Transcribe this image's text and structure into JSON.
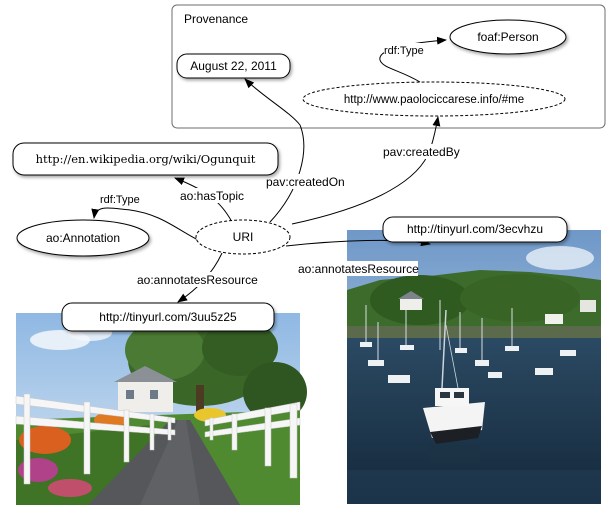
{
  "provenance": {
    "title": "Provenance"
  },
  "nodes": {
    "date": "August 22, 2011",
    "foaf_person": "foaf:Person",
    "paolo": "http://www.paolociccarese.info/#me",
    "wikipedia": "http://en.wikipedia.org/wiki/Ogunquit",
    "annotation": "ao:Annotation",
    "uri": "URI",
    "tiny_left": "http://tinyurl.com/3uu5z25",
    "tiny_right": "http://tinyurl.com/3ecvhzu"
  },
  "edges": {
    "rdf_type_top": "rdf:Type",
    "rdf_type_left": "rdf:Type",
    "created_on": "pav:createdOn",
    "created_by": "pav:createdBy",
    "has_topic": "ao:hasTopic",
    "annotates_left": "ao:annotatesResource",
    "annotates_right": "ao:annotatesResource"
  },
  "colors": {
    "node_fill": "#ffffff",
    "node_stroke": "#000000",
    "frame_stroke": "#6e6e6e",
    "sky": "#bcd6ee",
    "water": "#1f3a52",
    "foliage": "#3f6a2c",
    "fence": "#f2f2f2"
  },
  "images": [
    {
      "name": "garden-path-photo",
      "depicts": "garden path with white fence and flowers"
    },
    {
      "name": "harbor-photo",
      "depicts": "harbor with moored boats"
    }
  ]
}
